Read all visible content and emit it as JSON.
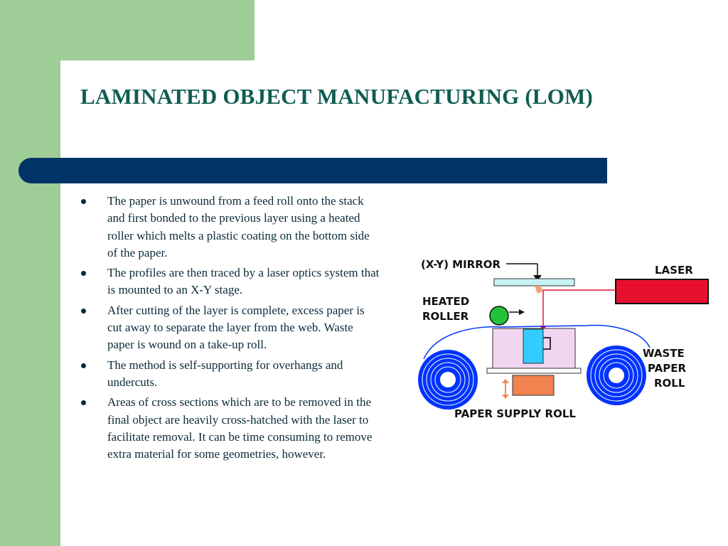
{
  "slide": {
    "title": "LAMINATED OBJECT MANUFACTURING (LOM)",
    "bullets": [
      "The paper is unwound from a feed roll onto the stack and first bonded to the previous layer using a heated roller which melts a plastic coating on the bottom side of the paper.",
      "The profiles are then traced by a laser optics system that is mounted to an X-Y stage.",
      "After cutting of the layer is complete, excess paper is cut away to separate the layer from the web. Waste paper is wound on a take-up roll.",
      "The method is self-supporting for overhangs and undercuts.",
      "Areas of cross sections which are to be removed in the final object are heavily cross-hatched with the laser to facilitate removal. It can be time consuming to remove extra material for some geometries, however."
    ]
  },
  "diagram": {
    "labels": {
      "xy_mirror": "(X-Y) MIRROR",
      "laser": "LASER",
      "heated": "HEATED",
      "roller": "ROLLER",
      "waste": "WASTE",
      "paper": "PAPER",
      "roll": "ROLL",
      "paper_supply_roll": "PAPER SUPPLY ROLL"
    }
  },
  "colors": {
    "sidebar_green": "#9ecd98",
    "title_bar": "#003366",
    "title_text": "#0f5d52",
    "laser_red": "#e8112d",
    "roll_blue": "#0033ff",
    "mirror_cyan": "#c6f2f5"
  }
}
